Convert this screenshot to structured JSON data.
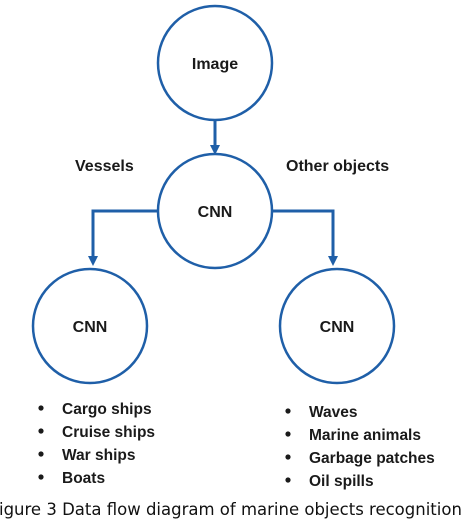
{
  "colors": {
    "node_stroke": "#1f5fa8",
    "arrow": "#1f5fa8",
    "text": "#1a1a1a"
  },
  "nodes": {
    "input": {
      "label": "Image"
    },
    "router": {
      "label": "CNN"
    },
    "vessels": {
      "label": "CNN"
    },
    "other": {
      "label": "CNN"
    }
  },
  "branches": {
    "left": "Vessels",
    "right": "Other objects"
  },
  "lists": {
    "vessels": [
      "Cargo ships",
      "Cruise ships",
      "War ships",
      "Boats"
    ],
    "other": [
      "Waves",
      "Marine animals",
      "Garbage patches",
      "Oil spills"
    ]
  },
  "caption": "igure 3 Data flow diagram of marine objects recognition"
}
